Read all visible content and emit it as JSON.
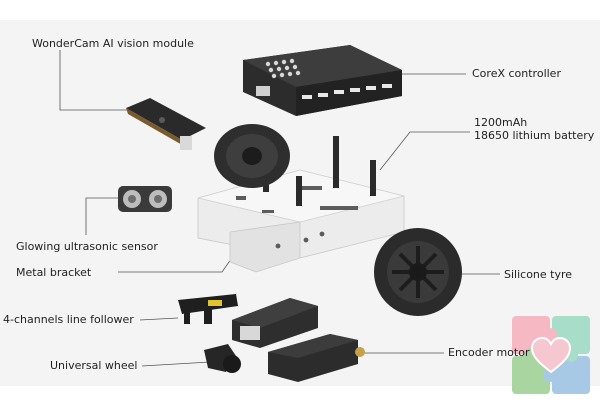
{
  "labels": {
    "wondercam": "WonderCam  AI vision module",
    "corex": "CoreX controller",
    "battery_line1": "1200mAh",
    "battery_line2": "18650 lithium battery",
    "ultrasonic": "Glowing ultrasonic sensor",
    "bracket": "Metal bracket",
    "tyre": "Silicone tyre",
    "line_follower": "4-channels  line follower",
    "universal_wheel": "Universal wheel",
    "encoder_motor": "Encoder motor"
  },
  "colors": {
    "background": "#f4f4f4",
    "chassis": "#ececec",
    "dark_part": "#2c2c2c",
    "leader_line": "#555555",
    "label_text": "#1f1f1f"
  },
  "icons": [
    "puzzle-heart-logo"
  ]
}
